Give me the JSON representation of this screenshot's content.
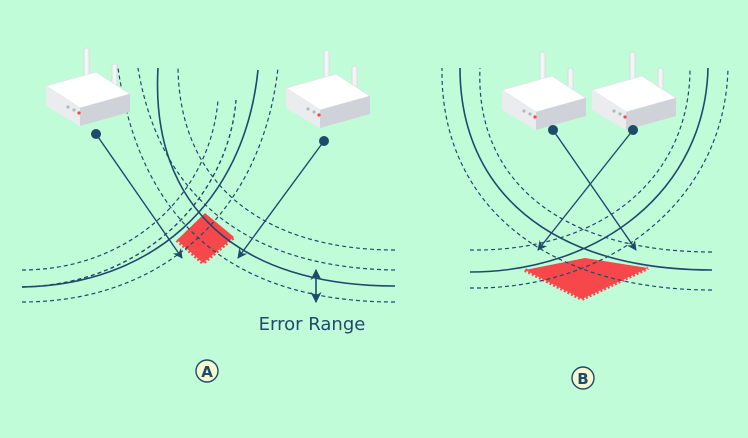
{
  "colors": {
    "background": "#c1fcd9",
    "line": "#1e4a6b",
    "error_region": "#f6474b",
    "router_light": "#ffffff",
    "router_mid": "#ebecee",
    "router_dark": "#c9ccd2",
    "label_circle_fill": "#f4f7cf"
  },
  "annotation": {
    "error_range": "Error Range"
  },
  "panels": [
    {
      "id": "A",
      "label": "A",
      "routers": 2,
      "icon": "wifi-router-icon"
    },
    {
      "id": "B",
      "label": "B",
      "routers": 2,
      "icon": "wifi-router-icon"
    }
  ]
}
